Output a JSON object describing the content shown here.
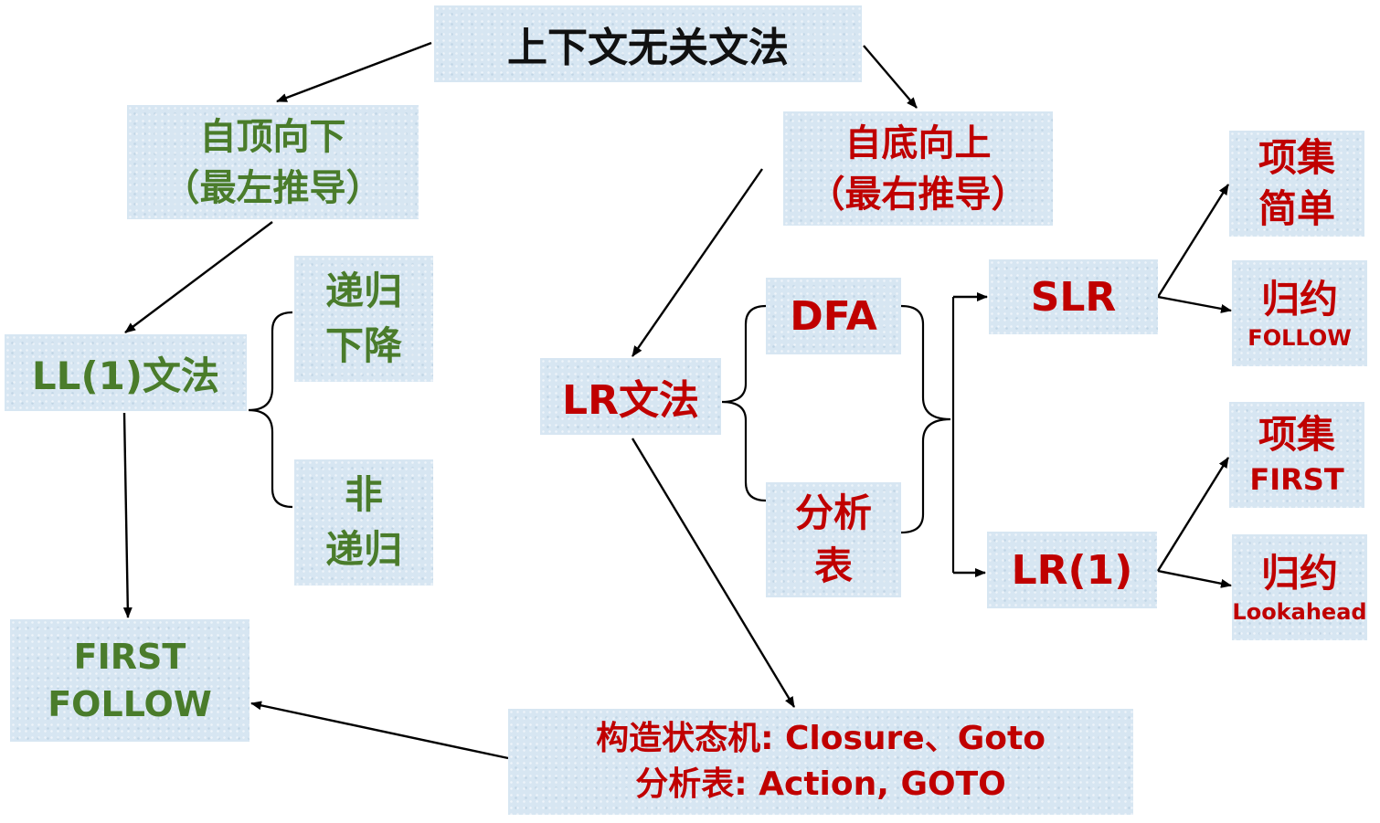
{
  "nodes": {
    "cfg": "上下文无关文法",
    "top_down": [
      "自顶向下",
      "（最左推导）"
    ],
    "bottom_up": [
      "自底向上",
      "（最右推导）"
    ],
    "ll1": "LL(1)文法",
    "recursive": [
      "递归",
      "下降"
    ],
    "non_recursive": [
      "非",
      "递归"
    ],
    "first_follow": [
      "FIRST",
      "FOLLOW"
    ],
    "lr": "LR文法",
    "dfa": "DFA",
    "table": [
      "分析",
      "表"
    ],
    "slr": "SLR",
    "lr1": "LR(1)",
    "slr_items": [
      "项集",
      "简单"
    ],
    "slr_reduce": "归约",
    "slr_reduce_sub": "FOLLOW",
    "lr1_items": [
      "项集",
      "FIRST"
    ],
    "lr1_reduce": "归约",
    "lr1_reduce_sub": "Lookahead",
    "construct": [
      "构造状态机: Closure、Goto",
      "分析表: Action, GOTO"
    ]
  },
  "colors": {
    "top_down_branch": "#4a7c2b",
    "bottom_up_branch": "#c00000",
    "root_text": "#111111",
    "box_fill": "#d7e6f2"
  }
}
